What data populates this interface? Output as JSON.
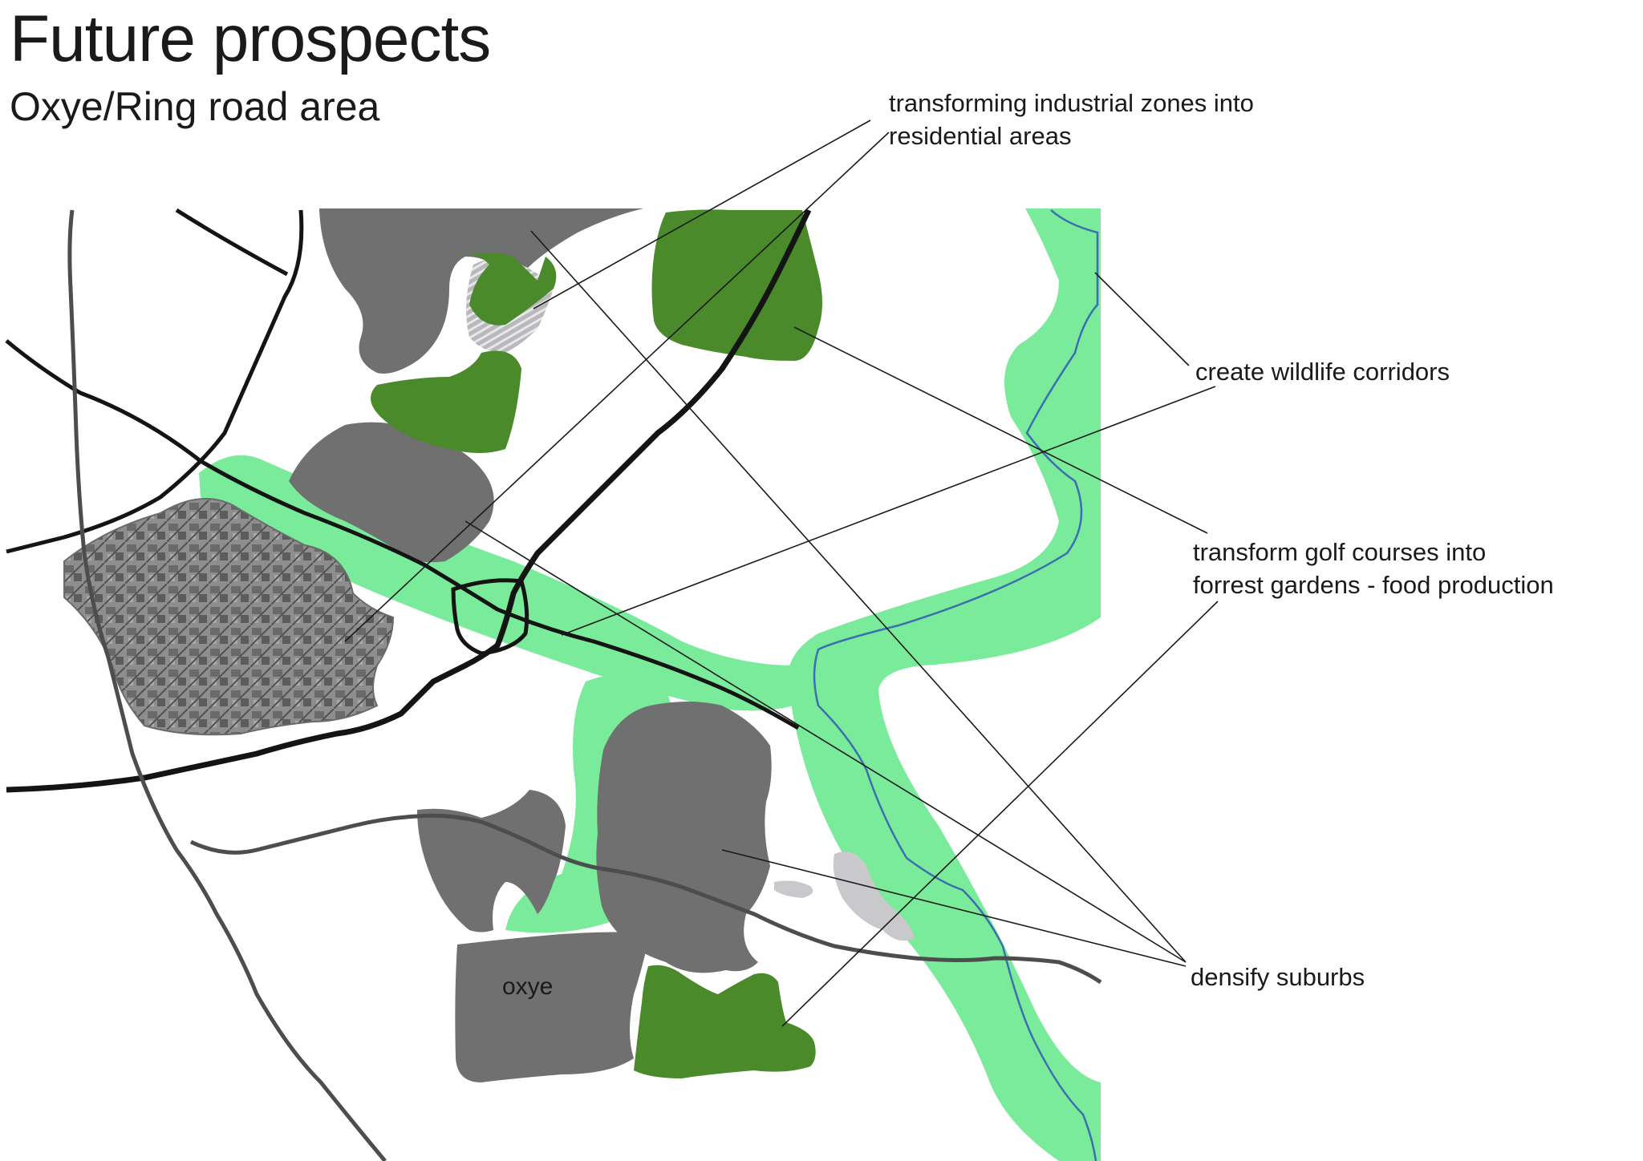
{
  "header": {
    "title": "Future prospects",
    "subtitle": "Oxye/Ring road area"
  },
  "map": {
    "place_label": "oxye",
    "legend_colors": {
      "built_up": "#707071",
      "hatched_zone": "#8a8a8b",
      "green_corridor": "#7aeb9a",
      "forest_garden": "#4a8a2a",
      "river": "#3a6fb0",
      "road": "#141414",
      "secondary_road": "#4d4d4f",
      "light_patch": "#c9c9cc"
    }
  },
  "annotations": {
    "industrial": {
      "line1": "transforming industrial zones into",
      "line2": "residential areas"
    },
    "wildlife": {
      "line1": "create wildlife corridors"
    },
    "golf": {
      "line1": "transform golf courses into",
      "line2": "forrest gardens - food production"
    },
    "densify": {
      "line1": "densify suburbs"
    }
  }
}
